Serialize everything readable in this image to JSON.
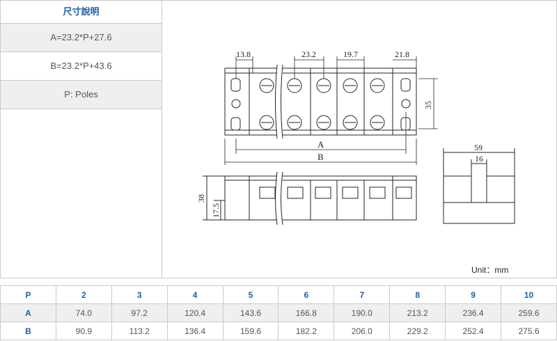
{
  "left_panel": {
    "title": "尺寸說明",
    "rows": [
      "A=23.2*P+27.6",
      "B=23.2*P+43.6",
      "P: Poles"
    ]
  },
  "drawing": {
    "dim_13_8": "13.8",
    "dim_23_2": "23.2",
    "dim_19_7": "19.7",
    "dim_21_8": "21.8",
    "dim_35": "35",
    "label_a": "A",
    "label_b": "B",
    "dim_38": "38",
    "dim_17_5": "17.5",
    "dim_59": "59",
    "dim_16": "16",
    "unit": "Unit：mm"
  },
  "table": {
    "header": [
      "P",
      "2",
      "3",
      "4",
      "5",
      "6",
      "7",
      "8",
      "9",
      "10"
    ],
    "rows": [
      [
        "A",
        "74.0",
        "97.2",
        "120.4",
        "143.6",
        "166.8",
        "190.0",
        "213.2",
        "236.4",
        "259.6"
      ],
      [
        "B",
        "90.9",
        "113.2",
        "136.4",
        "159.6",
        "182.2",
        "206.0",
        "229.2",
        "252.4",
        "275.6"
      ]
    ]
  }
}
